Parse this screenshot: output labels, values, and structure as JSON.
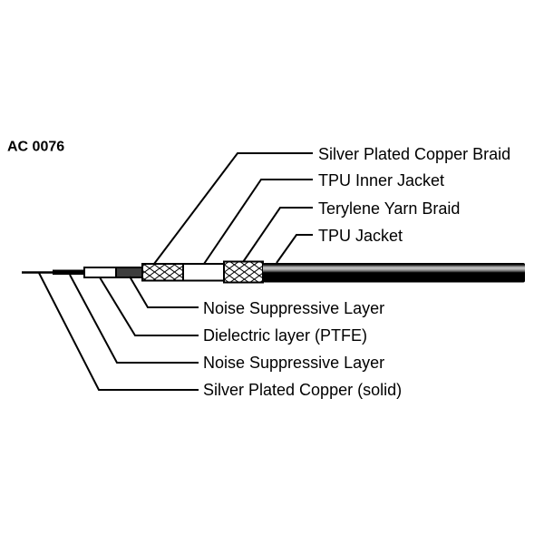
{
  "page": {
    "background": "#ffffff"
  },
  "diagram": {
    "part_number": "AC 0076",
    "callouts_top": [
      {
        "label": "Silver Plated Copper Braid"
      },
      {
        "label": "TPU Inner Jacket"
      },
      {
        "label": "Terylene Yarn Braid"
      },
      {
        "label": "TPU Jacket"
      }
    ],
    "callouts_bottom": [
      {
        "label": "Noise Suppressive Layer"
      },
      {
        "label": "Dielectric layer (PTFE)"
      },
      {
        "label": "Noise Suppressive Layer"
      },
      {
        "label": "Silver Plated Copper (solid)"
      }
    ],
    "colors": {
      "line": "#000000",
      "text": "#000000",
      "conductor": "#000000",
      "dielectric_fill": "#ffffff",
      "noise_suppressive_fill": "#3d3d3d",
      "braid_fill": "#ffffff",
      "inner_jacket_fill": "#ffffff",
      "jacket_black": "#000000",
      "jacket_highlight": "#c4c4c4"
    }
  }
}
